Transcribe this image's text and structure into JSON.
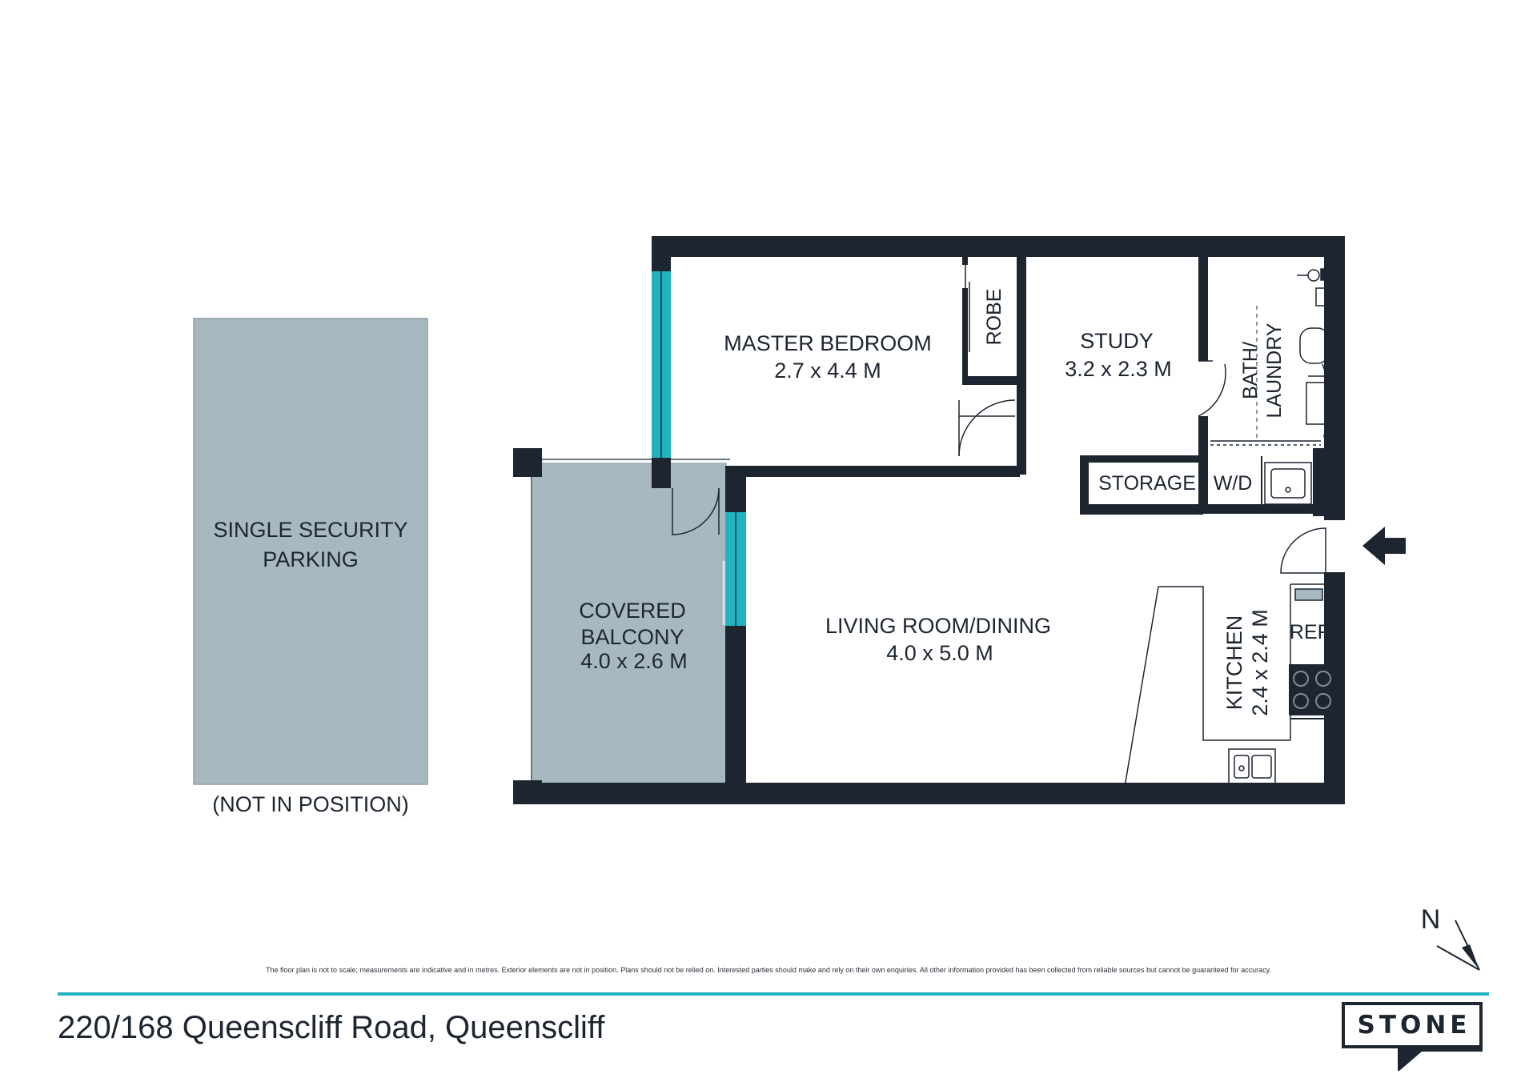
{
  "rooms": {
    "parking_line1": "SINGLE SECURITY",
    "parking_line2": "PARKING",
    "parking_note": "(NOT IN POSITION)",
    "master_bedroom_name": "MASTER BEDROOM",
    "master_bedroom_size": "2.7 x 4.4 M",
    "robe": "ROBE",
    "study_name": "STUDY",
    "study_size": "3.2 x 2.3 M",
    "bath_line1": "BATH/",
    "bath_line2": "LAUNDRY",
    "storage": "STORAGE",
    "wd": "W/D",
    "balcony_line1": "COVERED",
    "balcony_line2": "BALCONY",
    "balcony_size": "4.0 x 2.6 M",
    "living_name": "LIVING ROOM/DINING",
    "living_size": "4.0 x 5.0 M",
    "kitchen_name": "KITCHEN",
    "kitchen_size": "2.4 x 2.4 M",
    "ref": "REF."
  },
  "compass_label": "N",
  "disclaimer": "The floor plan is not to scale; measurements are indicative and in metres. Exterior elements are not in position. Plans should not be relied on. Interested parties should make and rely on their own enquiries. All other information provided has been collected from reliable sources but cannot be guaranteed for accuracy.",
  "address": "220/168 Queenscliff Road, Queenscliff",
  "logo": "STONE",
  "colors": {
    "wall": "#1c2530",
    "window": "#22b3c1",
    "outdoor_fill": "#a7b9bf",
    "accent_rule": "#22b3c1"
  }
}
